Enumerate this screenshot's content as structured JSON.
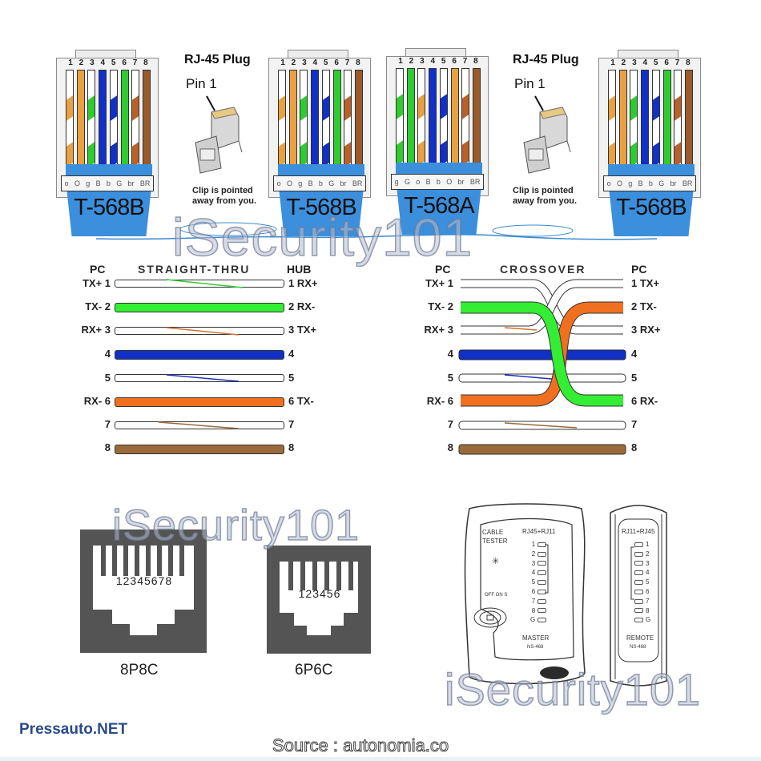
{
  "watermark_text": "iSecurity101",
  "colors": {
    "boot_blue": "#3b8fdc",
    "green": "#2ecc2e",
    "bright_green": "#33ee33",
    "orange": "#f07020",
    "light_orange": "#e8a040",
    "blue": "#1030c8",
    "brown": "#9a5a2a",
    "jack_gray": "#545454"
  },
  "plugs": [
    {
      "standard": "T-568B",
      "pins": [
        "1",
        "2",
        "3",
        "4",
        "5",
        "6",
        "7",
        "8"
      ],
      "codes": [
        "o",
        "O",
        "g",
        "B",
        "b",
        "G",
        "br",
        "BR"
      ]
    },
    {
      "standard": "T-568B",
      "pins": [
        "1",
        "2",
        "3",
        "4",
        "5",
        "6",
        "7",
        "8"
      ],
      "codes": [
        "o",
        "O",
        "g",
        "B",
        "b",
        "G",
        "br",
        "BR"
      ]
    },
    {
      "standard": "T-568A",
      "pins": [
        "1",
        "2",
        "3",
        "4",
        "5",
        "6",
        "7",
        "8"
      ],
      "codes": [
        "g",
        "G",
        "o",
        "B",
        "b",
        "O",
        "br",
        "BR"
      ]
    },
    {
      "standard": "T-568B",
      "pins": [
        "1",
        "2",
        "3",
        "4",
        "5",
        "6",
        "7",
        "8"
      ],
      "codes": [
        "o",
        "O",
        "g",
        "B",
        "b",
        "G",
        "br",
        "BR"
      ]
    }
  ],
  "rj45_callouts": [
    {
      "title": "RJ-45 Plug",
      "pin_label": "Pin 1",
      "note_line1": "Clip is pointed",
      "note_line2": "away from you."
    },
    {
      "title": "RJ-45 Plug",
      "pin_label": "Pin 1",
      "note_line1": "Clip is pointed",
      "note_line2": "away from you."
    }
  ],
  "straight_thru": {
    "title": "STRAIGHT-THRU",
    "left_header": "PC",
    "right_header": "HUB",
    "left_labels": [
      "TX+ 1",
      "TX- 2",
      "RX+ 3",
      "4",
      "5",
      "RX- 6",
      "7",
      "8"
    ],
    "right_labels": [
      "1 RX+",
      "2 RX-",
      "3 TX+",
      "4",
      "5",
      "6 TX-",
      "7",
      "8"
    ]
  },
  "crossover": {
    "title": "CROSSOVER",
    "left_header": "PC",
    "right_header": "PC",
    "left_labels": [
      "TX+ 1",
      "TX- 2",
      "RX+ 3",
      "4",
      "5",
      "RX- 6",
      "7",
      "8"
    ],
    "right_labels": [
      "1 TX+",
      "2 TX-",
      "3 RX+",
      "4",
      "5",
      "6 RX-",
      "7",
      "8"
    ]
  },
  "jacks": [
    {
      "name": "8P8C",
      "pins": "12345678"
    },
    {
      "name": "6P6C",
      "pins": "123456"
    }
  ],
  "tester_master": {
    "title_line1": "CABLE",
    "title_line2": "TESTER",
    "port_label": "RJ45+RJ11",
    "leds": [
      "1",
      "2",
      "3",
      "4",
      "5",
      "6",
      "7",
      "8",
      "G"
    ],
    "switch_label": "OFF ON S",
    "unit_label": "MASTER",
    "model": "NS-468"
  },
  "tester_remote": {
    "port_label": "RJ11+RJ45",
    "leds": [
      "1",
      "2",
      "3",
      "4",
      "5",
      "6",
      "7",
      "8",
      "G"
    ],
    "unit_label": "REMOTE",
    "model": "NS-468"
  },
  "footer": {
    "brand": "Pressauto.NET",
    "source": "Source : autonomia.co"
  }
}
